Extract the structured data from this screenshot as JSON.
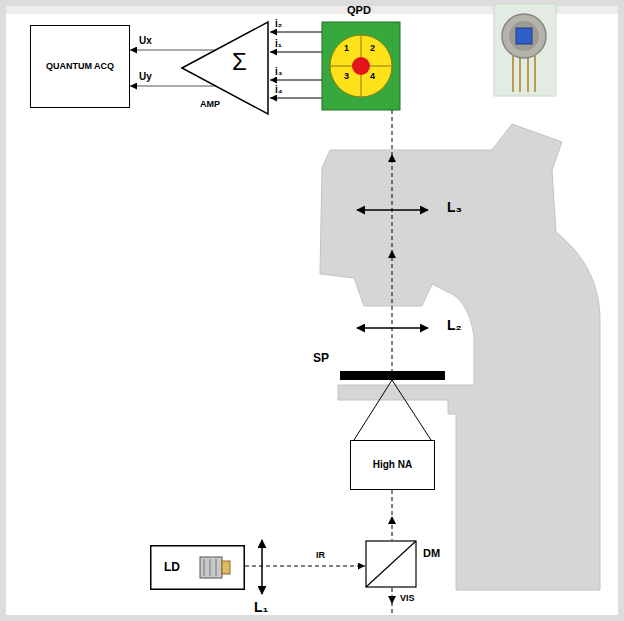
{
  "diagram": {
    "nodes": [
      {
        "text": [
          "QUANTUM ACQ"
        ]
      },
      {
        "text": [
          "Σ",
          "AMP"
        ]
      },
      {
        "text": [
          "QPD",
          "1",
          "2",
          "3",
          "4"
        ]
      },
      {
        "text": [
          "High NA"
        ]
      },
      {
        "text": [
          "LD"
        ]
      },
      {
        "text": [
          "DM"
        ]
      }
    ],
    "edges": [
      {
        "from": 1,
        "to": 0,
        "label": "Ux",
        "arrow": "to"
      },
      {
        "from": 1,
        "to": 0,
        "label": "Uy",
        "arrow": "to"
      },
      {
        "from": 2,
        "to": 1,
        "label": "i₂",
        "arrow": "to"
      },
      {
        "from": 2,
        "to": 1,
        "label": "i₁",
        "arrow": "to"
      },
      {
        "from": 2,
        "to": 1,
        "label": "i₃",
        "arrow": "to"
      },
      {
        "from": 2,
        "to": 1,
        "label": "i₄",
        "arrow": "to"
      },
      {
        "from": 4,
        "to": 5,
        "label": "IR",
        "arrow": "to"
      }
    ],
    "labels": [
      "L₃",
      "L₂",
      "SP",
      "L₁",
      "VIS"
    ]
  }
}
